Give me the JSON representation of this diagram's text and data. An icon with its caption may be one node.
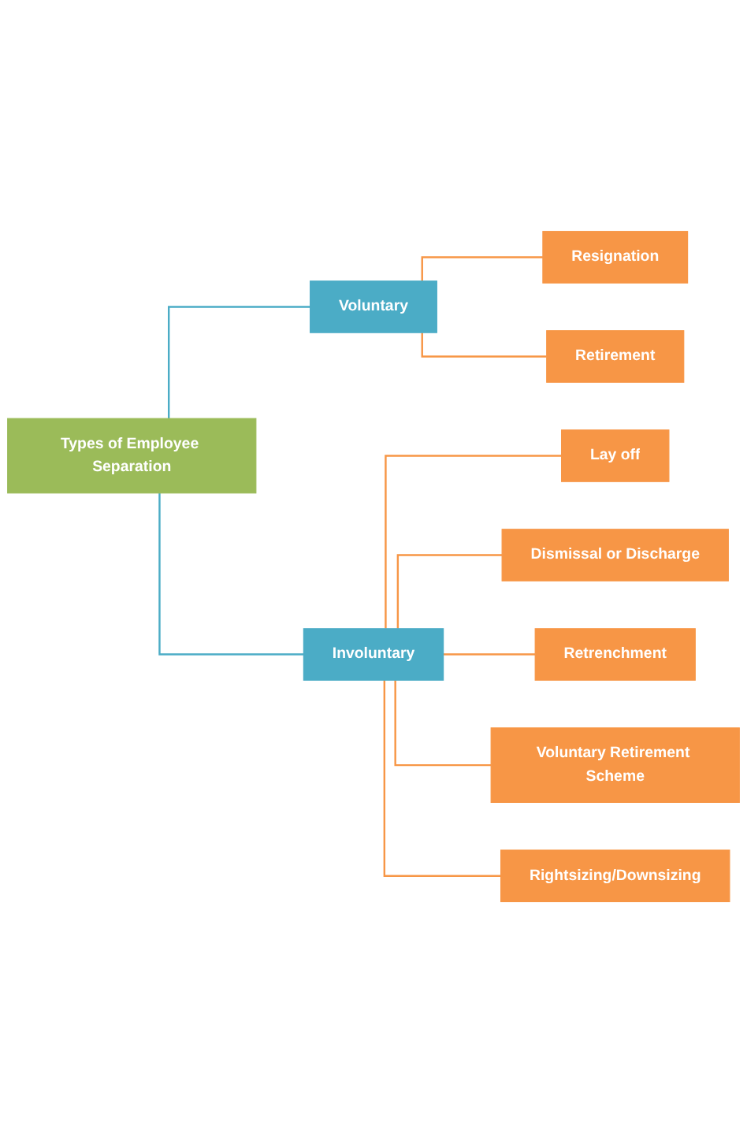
{
  "diagram": {
    "nodes": [
      {
        "text": [
          "Types of Employee Separation"
        ]
      },
      {
        "text": [
          "Voluntary"
        ]
      },
      {
        "text": [
          "Involuntary"
        ]
      },
      {
        "text": [
          "Resignation"
        ]
      },
      {
        "text": [
          "Retirement"
        ]
      },
      {
        "text": [
          "Lay off"
        ]
      },
      {
        "text": [
          "Dismissal or Discharge"
        ]
      },
      {
        "text": [
          "Retrenchment"
        ]
      },
      {
        "text": [
          "Voluntary Retirement Scheme"
        ]
      },
      {
        "text": [
          "Rightsizing/Downsizing"
        ]
      }
    ],
    "edges": [
      {
        "from": 0,
        "to": 1,
        "arrow": "none",
        "color": "#4bacc6"
      },
      {
        "from": 0,
        "to": 2,
        "arrow": "none",
        "color": "#4bacc6"
      },
      {
        "from": 1,
        "to": 3,
        "arrow": "none"
      },
      {
        "from": 1,
        "to": 4,
        "arrow": "none"
      },
      {
        "from": 2,
        "to": 5,
        "arrow": "none"
      },
      {
        "from": 2,
        "to": 6,
        "arrow": "none"
      },
      {
        "from": 2,
        "to": 7,
        "arrow": "none"
      },
      {
        "from": 2,
        "to": 8,
        "arrow": "none"
      },
      {
        "from": 2,
        "to": 9,
        "arrow": "none"
      }
    ]
  }
}
